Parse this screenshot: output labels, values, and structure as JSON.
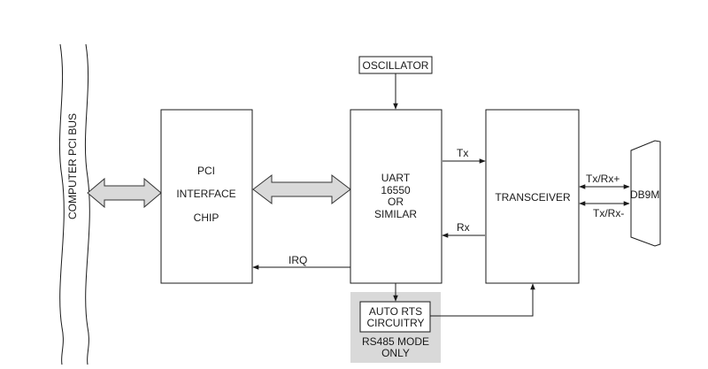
{
  "bus": {
    "label": "COMPUTER  PCI BUS"
  },
  "blocks": {
    "pci_interface": {
      "lines": [
        "PCI",
        "INTERFACE",
        "CHIP"
      ]
    },
    "uart": {
      "lines": [
        "UART",
        "16550",
        "OR",
        "SIMILAR"
      ]
    },
    "transceiver": {
      "label": "TRANSCEIVER"
    },
    "oscillator": {
      "label": "OSCILLATOR"
    },
    "auto_rts": {
      "lines": [
        "AUTO RTS",
        "CIRCUITRY"
      ]
    },
    "rs485_note": {
      "lines": [
        "RS485 MODE",
        "ONLY"
      ]
    },
    "connector": {
      "label": "DB9M"
    }
  },
  "signals": {
    "tx": "Tx",
    "rx": "Rx",
    "irq": "IRQ",
    "txrx_plus": "Tx/Rx+",
    "txrx_minus": "Tx/Rx-"
  },
  "colors": {
    "line": "#1a1a1a",
    "bus_arrow_fill": "#d9d9d9",
    "rs485_shade": "#d9d9d9"
  }
}
